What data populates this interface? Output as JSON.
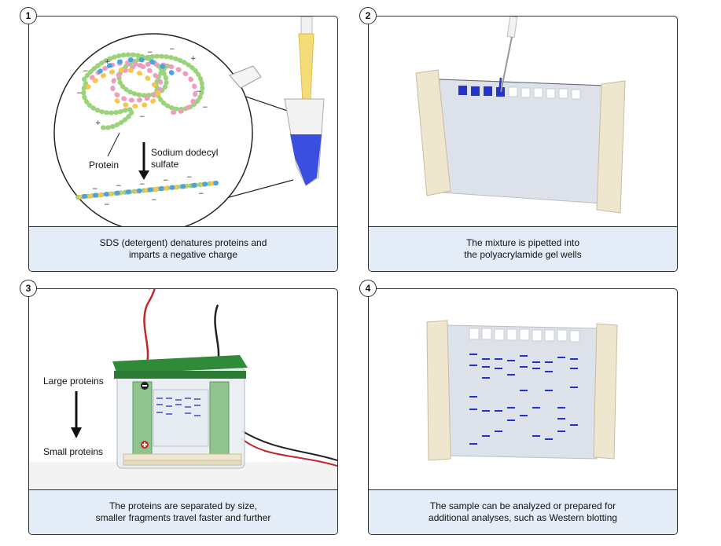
{
  "panels": [
    {
      "number": "1",
      "caption_line1": "SDS (detergent) denatures proteins and",
      "caption_line2": "imparts a negative charge",
      "labels": {
        "protein": "Protein",
        "sds_line1": "Sodium dodecyl",
        "sds_line2": "sulfate"
      }
    },
    {
      "number": "2",
      "caption_line1": "The mixture is pipetted into",
      "caption_line2": "the polyacrylamide gel wells"
    },
    {
      "number": "3",
      "caption_line1": "The proteins are separated by size,",
      "caption_line2": "smaller fragments travel faster and further",
      "labels": {
        "large": "Large proteins",
        "small": "Small proteins"
      }
    },
    {
      "number": "4",
      "caption_line1": "The sample can be analyzed or prepared for",
      "caption_line2": "additional analyses, such as Western blotting"
    }
  ],
  "colors": {
    "caption_bg": "#e4ecf7",
    "gel": "#d9dee6",
    "band": "#2633c8",
    "frame": "#efe6cf",
    "lid": "#2f8a3a",
    "sample": "#3a4fe0"
  }
}
